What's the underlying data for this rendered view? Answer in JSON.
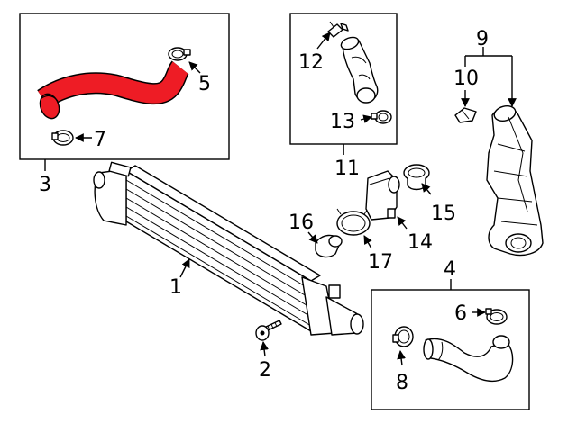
{
  "colors": {
    "highlight": "#ee1c25",
    "line": "#000000",
    "background": "#ffffff"
  },
  "callouts": {
    "c1": "1",
    "c2": "2",
    "c3": "3",
    "c4": "4",
    "c5": "5",
    "c6": "6",
    "c7": "7",
    "c8": "8",
    "c9": "9",
    "c10": "10",
    "c11": "11",
    "c12": "12",
    "c13": "13",
    "c14": "14",
    "c15": "15",
    "c16": "16",
    "c17": "17"
  }
}
